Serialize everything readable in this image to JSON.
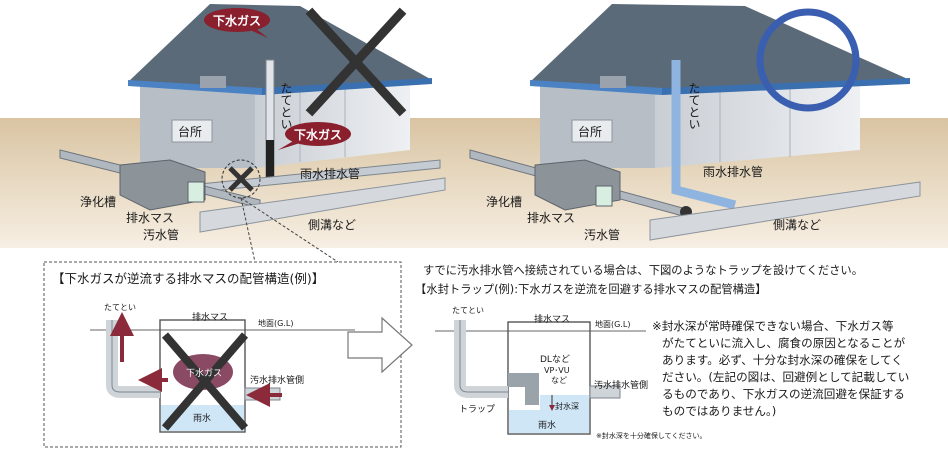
{
  "left_house": {
    "gas_badge_top": "下水ガス",
    "gas_badge_mid": "下水ガス",
    "downspout": "たてとい",
    "kitchen": "台所",
    "rain_pipe": "雨水排水管",
    "septic": "浄化槽",
    "drain_box": "排水マス",
    "sewage_pipe": "汚水管",
    "gutter": "側溝など"
  },
  "right_house": {
    "downspout": "たてとい",
    "kitchen": "台所",
    "rain_pipe": "雨水排水管",
    "septic": "浄化槽",
    "drain_box": "排水マス",
    "sewage_pipe": "汚水管",
    "gutter": "側溝など"
  },
  "bad_diagram": {
    "title": "【下水ガスが逆流する排水マスの配管構造(例)】",
    "downspout": "たてとい",
    "drain_box": "排水マス",
    "ground": "地面(G.L)",
    "sewage_side": "汚水排水管側",
    "gas": "下水ガス",
    "rain": "雨水"
  },
  "intro": {
    "line1": "すでに汚水排水管へ接続されている場合は、下図のようなトラップを設けてください。",
    "line2": "【水封トラップ(例):下水ガスを逆流を回避する排水マスの配管構造】"
  },
  "good_diagram": {
    "downspout": "たてとい",
    "drain_box": "排水マス",
    "ground": "地面(G.L)",
    "dl": "DLなど",
    "vpvu1": "VP･VU",
    "vpvu2": "など",
    "sewage_side": "汚水排水管側",
    "trap": "トラップ",
    "seal_depth": "封水深",
    "rain": "雨水",
    "footnote": "※封水深を十分確保してください。"
  },
  "notes": {
    "line1": "※封水深が常時確保できない場合、下水ガス等",
    "line2": "がたてといに流入し、腐食の原因となることが",
    "line3": "あります。必ず、十分な封水深の確保をしてく",
    "line4": "ださい。(左記の図は、回避例として記載してい",
    "line5": "るものであり、下水ガスの逆流回避を保証する",
    "line6": "ものではありません。)"
  },
  "colors": {
    "roof": "#5a6a78",
    "roof_edge": "#3a6fb0",
    "wall": "#d9dde2",
    "ground": "#e8d7bd",
    "badge": "#8a1f2e",
    "cross": "#333333",
    "circle": "#3a5fb0",
    "pipe_blue": "#8fb4e0",
    "water": "#cfe6f7",
    "gas_cloud": "#8a4a63"
  }
}
